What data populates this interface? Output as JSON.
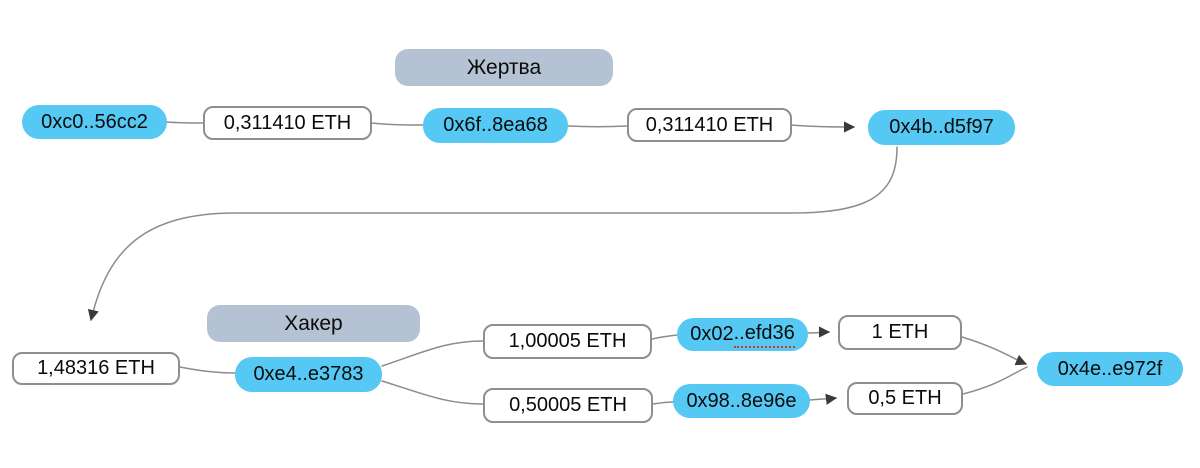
{
  "diagram": {
    "groups": {
      "victim_label": "Жертва",
      "hacker_label": "Хакер"
    },
    "victim_flow": {
      "address_source": "0xc0..56cc2",
      "amount_1": "0,311410 ETH",
      "address_mid": "0x6f..8ea68",
      "amount_2": "0,311410 ETH",
      "address_bridge": "0x4b..d5f97"
    },
    "hacker_flow": {
      "amount_in": "1,48316 ETH",
      "address_main": "0xe4..e3783",
      "branch1_amount": "1,00005 ETH",
      "branch1_address_prefix": "0x02",
      "branch1_address_suffix": "..efd36",
      "branch1_out": "1 ETH",
      "branch2_amount": "0,50005 ETH",
      "branch2_address": "0x98..8e96e",
      "branch2_out": "0,5 ETH",
      "address_final": "0x4e..e972f"
    },
    "colors": {
      "address_node_fill": "#55c8f3",
      "group_label_fill": "#b4c2d3",
      "amount_border": "#8e8e8e",
      "connector": "#8c8c8c",
      "spellcheck_underline": "#e0331b"
    }
  }
}
